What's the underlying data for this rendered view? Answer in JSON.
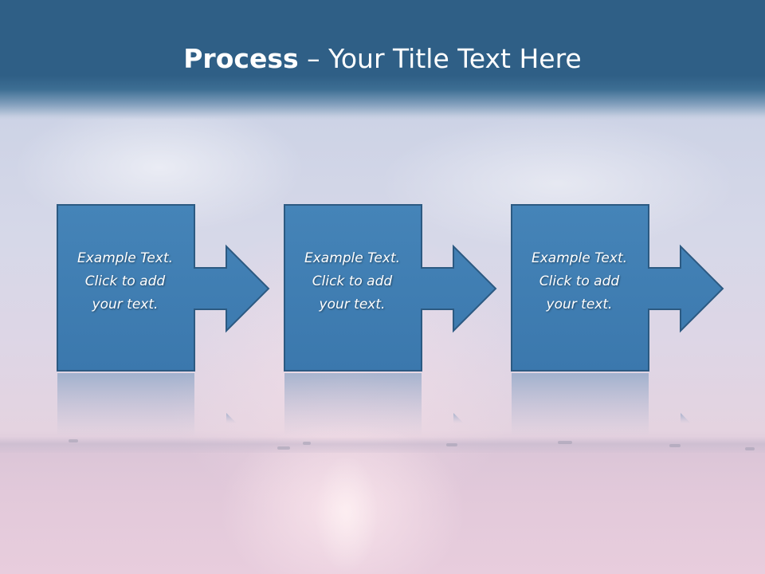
{
  "slide": {
    "title_bold": "Process",
    "title_rest": " – Your Title Text Here"
  },
  "steps": [
    {
      "line1": "Example Text.",
      "line2": "Click  to add",
      "line3": "your text."
    },
    {
      "line1": "Example Text.",
      "line2": "Click  to add",
      "line3": "your text."
    },
    {
      "line1": "Example Text.",
      "line2": "Click  to add",
      "line3": "your text."
    }
  ],
  "colors": {
    "title_bar": "#2f5f86",
    "step_fill": "#4080b5",
    "step_stroke": "#2c5a82",
    "title_text": "#ffffff"
  },
  "icons": [
    "right-arrow-icon"
  ]
}
